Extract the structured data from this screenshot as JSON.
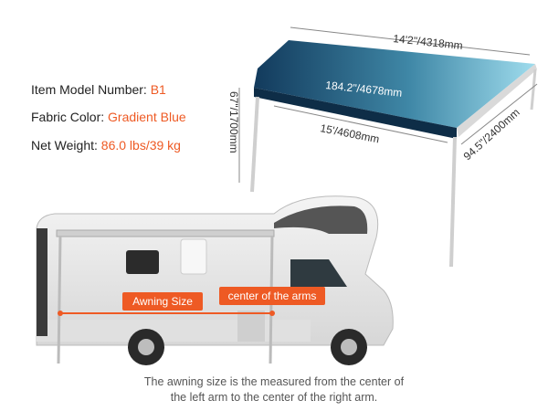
{
  "specs": {
    "model_label": "Item Model Number: ",
    "model_value": "B1",
    "color_label": "Fabric Color: ",
    "color_value": "Gradient Blue",
    "weight_label": "Net Weight: ",
    "weight_value": "86.0 lbs/39 kg"
  },
  "dimensions": {
    "top_width": "14'2\"/4318mm",
    "fabric_width": "184.2\"/4678mm",
    "total_width": "15'/4608mm",
    "height": "67\"/1700mm",
    "depth": "94.5\"/2400mm"
  },
  "rv_labels": {
    "awning_size": "Awning Size",
    "arm_center": "center of the arms"
  },
  "caption": {
    "line1": "The awning size is the measured from the center of",
    "line2": "the left arm to the center of the right arm."
  },
  "colors": {
    "accent": "#ee5a24",
    "fabric_dark": "#123a5c",
    "fabric_light": "#8fd3e6"
  }
}
